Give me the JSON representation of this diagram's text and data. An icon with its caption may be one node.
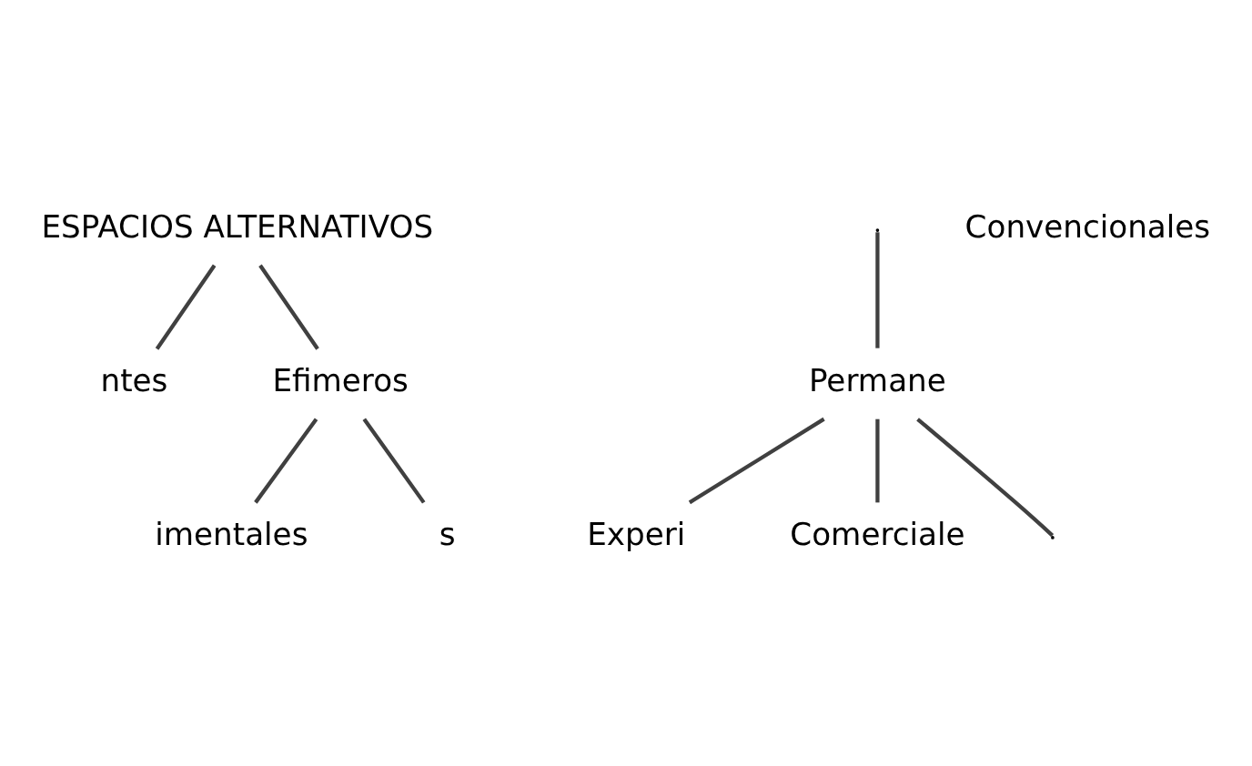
{
  "diagram": {
    "nodes": [
      {
        "text": [
          "ESPACIOS ALTERNATIVOS"
        ]
      },
      {
        "text": [
          "ntes"
        ]
      },
      {
        "text": [
          "Efimeros"
        ]
      },
      {
        "text": [
          "Permane"
        ]
      },
      {
        "text": [
          "Convencionales"
        ]
      },
      {
        "text": [
          "imentales"
        ]
      },
      {
        "text": [
          "s"
        ]
      },
      {
        "text": [
          "Experi"
        ]
      },
      {
        "text": [
          "Comerciale"
        ]
      }
    ],
    "edges": [
      {
        "from": 0,
        "to": 1,
        "arrow": "none"
      },
      {
        "from": 0,
        "to": 2,
        "arrow": "none"
      },
      {
        "from": 2,
        "to": 5,
        "arrow": "none"
      },
      {
        "from": 2,
        "to": 6,
        "arrow": "none"
      },
      {
        "from": null,
        "to": 3,
        "arrow": "none"
      },
      {
        "from": 3,
        "to": null,
        "arrow": "none"
      },
      {
        "from": 3,
        "to": 7,
        "arrow": "none"
      },
      {
        "from": 3,
        "to": 8,
        "arrow": "none"
      }
    ]
  }
}
